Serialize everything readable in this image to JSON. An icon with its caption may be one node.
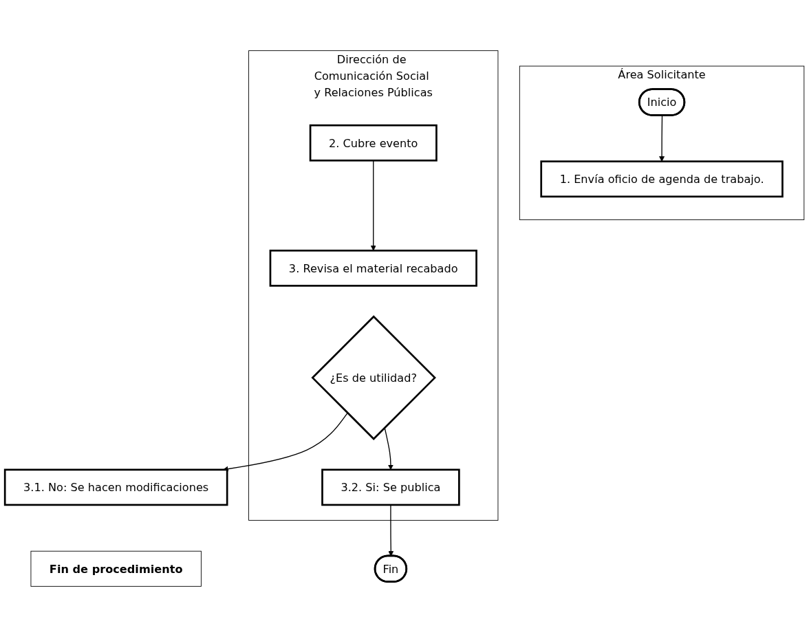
{
  "diagram": {
    "nodes": [
      {
        "text": [
          "Área Solicitante"
        ]
      },
      {
        "text": [
          "Inicio"
        ],
        "in": 0
      },
      {
        "text": [
          "1. Envía oficio de agenda de trabajo."
        ],
        "in": 0
      },
      {
        "text": [
          "Dirección de Comunicación Social y Relaciones Públicas"
        ]
      },
      {
        "text": [
          "2. Cubre evento"
        ],
        "in": 3
      },
      {
        "text": [
          "3. Revisa el material recabado"
        ],
        "in": 3
      },
      {
        "text": [
          "¿Es de utilidad?"
        ],
        "in": 3
      },
      {
        "text": [
          "3.1. No: Se hacen modificaciones"
        ]
      },
      {
        "text": [
          "3.2. Si: Se publica"
        ],
        "in": 3
      },
      {
        "text": [
          "Fin de procedimiento"
        ]
      },
      {
        "text": [
          "Fin"
        ]
      }
    ],
    "edges": [
      {
        "from": 1,
        "to": 2,
        "arrow": "to"
      },
      {
        "from": 4,
        "to": 5,
        "arrow": "to"
      },
      {
        "from": 6,
        "to": 7,
        "arrow": "to"
      },
      {
        "from": 6,
        "to": 8,
        "arrow": "to"
      },
      {
        "from": 8,
        "to": 10,
        "arrow": "to"
      }
    ]
  }
}
